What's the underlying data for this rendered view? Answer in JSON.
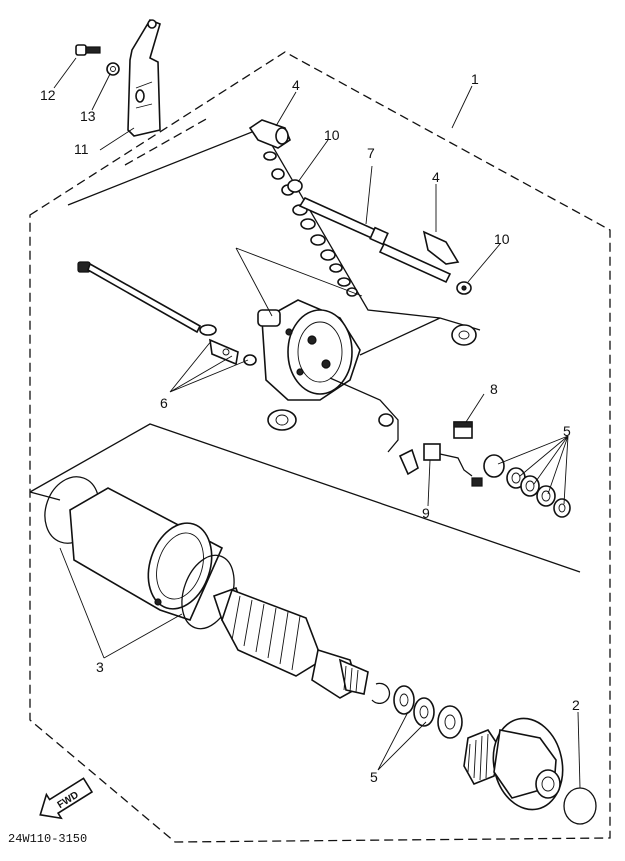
{
  "callouts": {
    "c1": "1",
    "c2": "2",
    "c3": "3",
    "c4a": "4",
    "c4b": "4",
    "c5a": "5",
    "c5b": "5",
    "c6": "6",
    "c7": "7",
    "c8": "8",
    "c9": "9",
    "c10a": "10",
    "c10b": "10",
    "c11": "11",
    "c12": "12",
    "c13": "13"
  },
  "fwd_label": "FWD",
  "drawing_number": "24W110-3150"
}
